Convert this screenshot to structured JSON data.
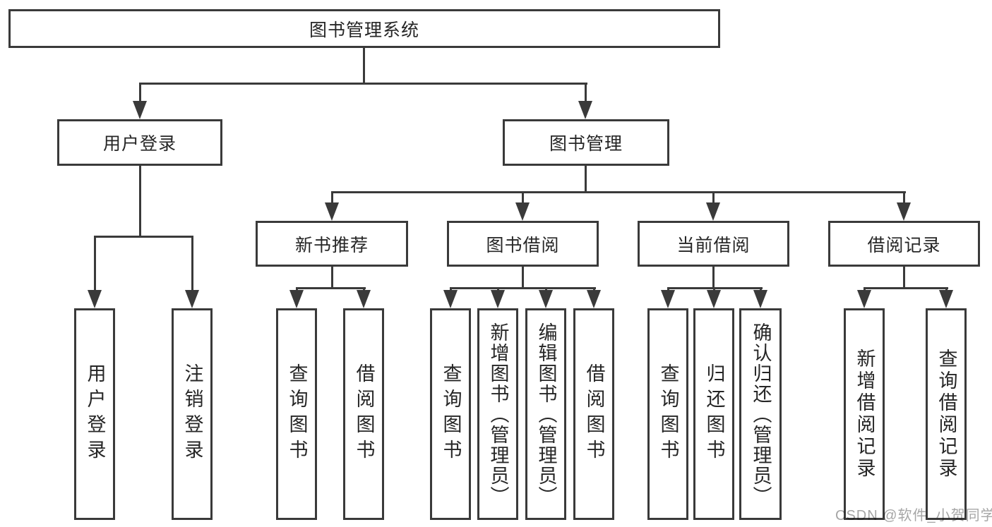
{
  "nodes": {
    "root": {
      "label": "图书管理系统"
    },
    "user_login": {
      "label": "用户登录"
    },
    "book_mgmt": {
      "label": "图书管理"
    },
    "new_book_recommend": {
      "label": "新书推荐"
    },
    "book_borrow": {
      "label": "图书借阅"
    },
    "current_borrow": {
      "label": "当前借阅"
    },
    "borrow_record": {
      "label": "借阅记录"
    },
    "leaf_user_login": {
      "label": "用户登录"
    },
    "leaf_logout": {
      "label": "注销登录"
    },
    "leaf_query_book_recommend": {
      "label": "查询图书"
    },
    "leaf_borrow_book_recommend": {
      "label": "借阅图书"
    },
    "leaf_query_book_borrow": {
      "label": "查询图书"
    },
    "leaf_add_book": {
      "label": "新增图书（管理员）"
    },
    "leaf_edit_book": {
      "label": "编辑图书（管理员）"
    },
    "leaf_borrow_book_borrow": {
      "label": "借阅图书"
    },
    "leaf_query_book_current": {
      "label": "查询图书"
    },
    "leaf_return_book": {
      "label": "归还图书"
    },
    "leaf_confirm_return": {
      "label": "确认归还（管理员）"
    },
    "leaf_add_borrow_record": {
      "label": "新增借阅记录"
    },
    "leaf_query_borrow_record": {
      "label": "查询借阅记录"
    }
  },
  "edges": [
    {
      "from": "root",
      "to": "user_login"
    },
    {
      "from": "root",
      "to": "book_mgmt"
    },
    {
      "from": "user_login",
      "to": "leaf_user_login"
    },
    {
      "from": "user_login",
      "to": "leaf_logout"
    },
    {
      "from": "book_mgmt",
      "to": "new_book_recommend"
    },
    {
      "from": "book_mgmt",
      "to": "book_borrow"
    },
    {
      "from": "book_mgmt",
      "to": "current_borrow"
    },
    {
      "from": "book_mgmt",
      "to": "borrow_record"
    },
    {
      "from": "new_book_recommend",
      "to": "leaf_query_book_recommend"
    },
    {
      "from": "new_book_recommend",
      "to": "leaf_borrow_book_recommend"
    },
    {
      "from": "book_borrow",
      "to": "leaf_query_book_borrow"
    },
    {
      "from": "book_borrow",
      "to": "leaf_add_book"
    },
    {
      "from": "book_borrow",
      "to": "leaf_edit_book"
    },
    {
      "from": "book_borrow",
      "to": "leaf_borrow_book_borrow"
    },
    {
      "from": "current_borrow",
      "to": "leaf_query_book_current"
    },
    {
      "from": "current_borrow",
      "to": "leaf_return_book"
    },
    {
      "from": "current_borrow",
      "to": "leaf_confirm_return"
    },
    {
      "from": "borrow_record",
      "to": "leaf_add_borrow_record"
    },
    {
      "from": "borrow_record",
      "to": "leaf_query_borrow_record"
    }
  ],
  "watermark": {
    "text": "CSDN @软件_小贺同学"
  },
  "colors": {
    "line": "#3a3a3a",
    "text": "#262626",
    "background": "#ffffff",
    "watermark": "#a6a6a6"
  }
}
